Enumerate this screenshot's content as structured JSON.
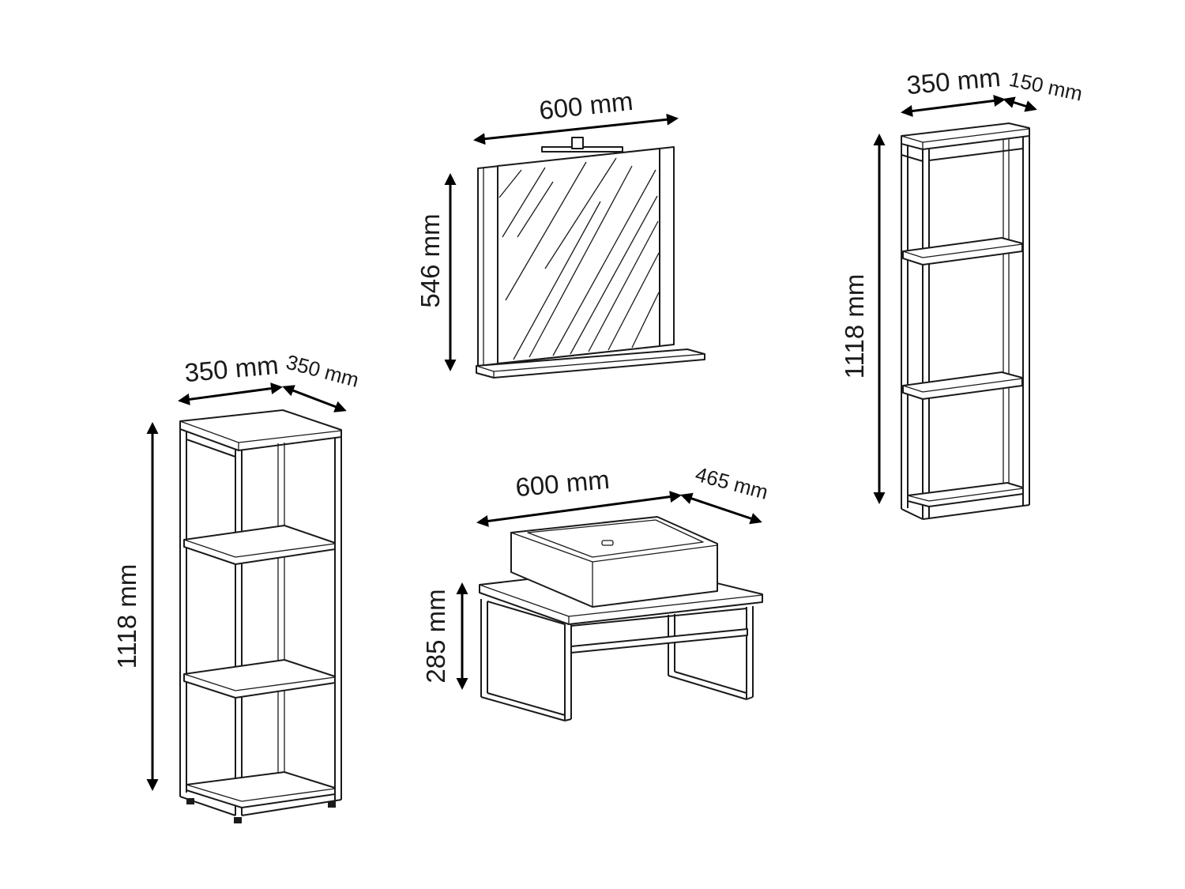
{
  "figure": {
    "background": "#ffffff",
    "line_color": "#1a1a1a"
  },
  "items": [
    {
      "name": "mirror",
      "dimensions": {
        "width": "600 mm",
        "height": "546 mm"
      }
    },
    {
      "name": "wall-shelf",
      "dimensions": {
        "width": "350 mm",
        "depth": "150 mm",
        "height": "1118 mm"
      }
    },
    {
      "name": "standing-shelf",
      "dimensions": {
        "width": "350 mm",
        "depth": "350 mm",
        "height": "1118 mm"
      }
    },
    {
      "name": "vanity",
      "dimensions": {
        "width": "600 mm",
        "depth": "465 mm",
        "height": "285 mm"
      }
    }
  ]
}
